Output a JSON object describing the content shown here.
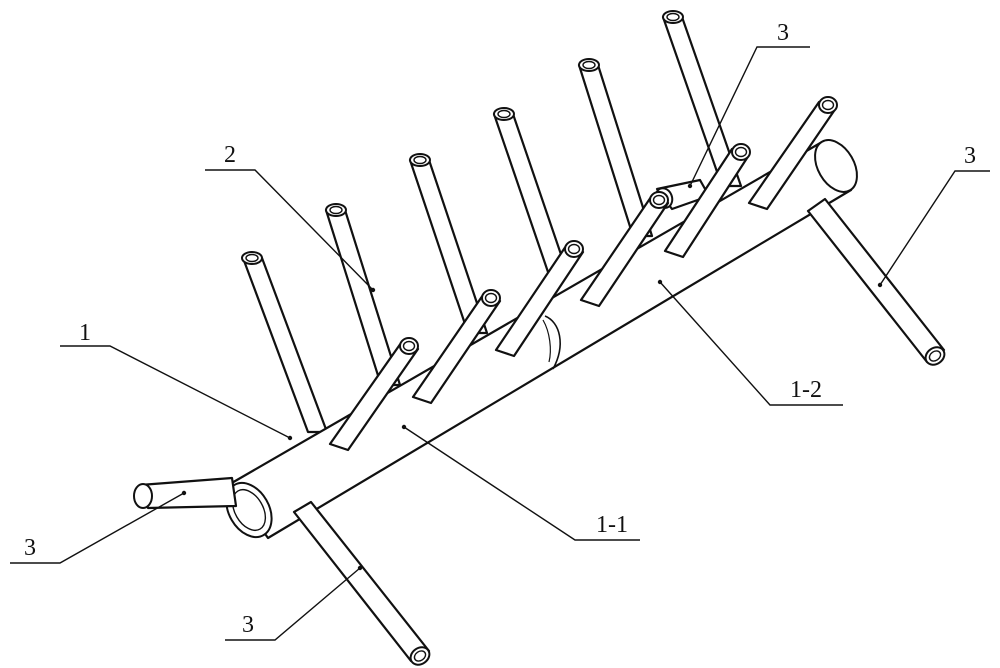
{
  "figure": {
    "callouts": [
      {
        "id": "manifold",
        "text": "1"
      },
      {
        "id": "manifold-segment-1",
        "text": "1-1"
      },
      {
        "id": "manifold-segment-2",
        "text": "1-2"
      },
      {
        "id": "branch-pipe",
        "text": "2"
      },
      {
        "id": "connector-top",
        "text": "3"
      },
      {
        "id": "connector-right",
        "text": "3"
      },
      {
        "id": "connector-left",
        "text": "3"
      },
      {
        "id": "connector-bottom",
        "text": "3"
      }
    ]
  }
}
